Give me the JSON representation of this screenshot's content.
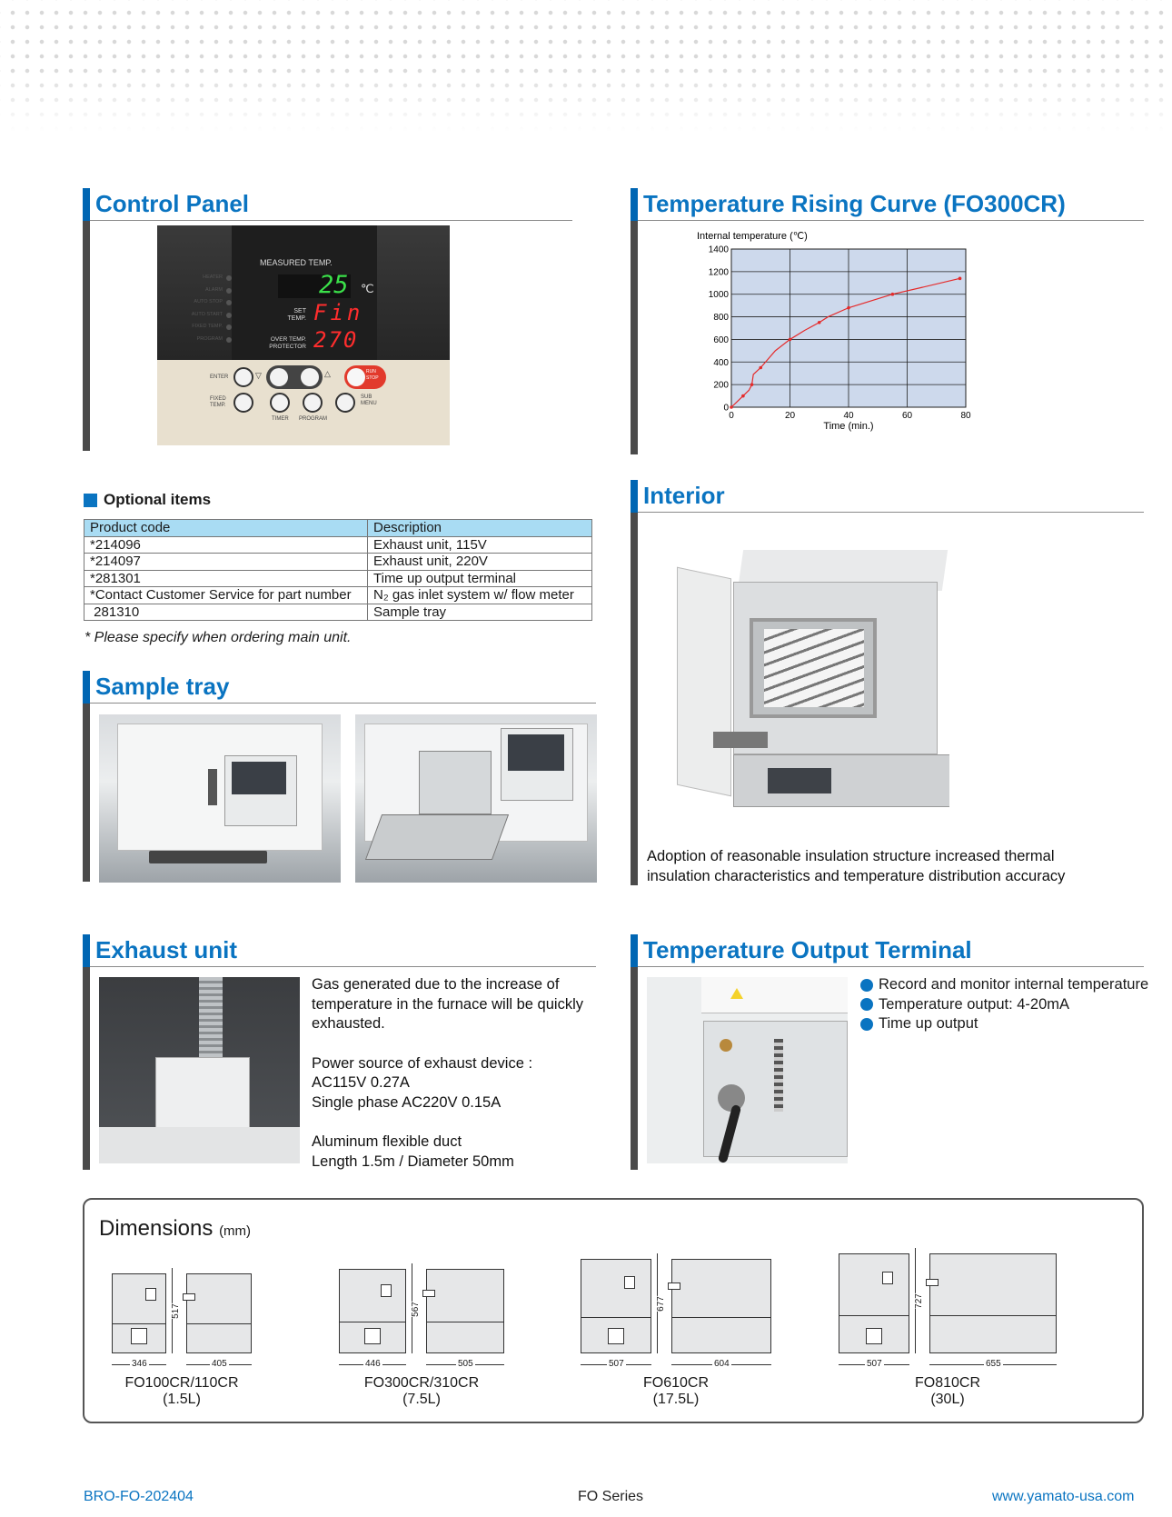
{
  "sections": {
    "control_panel": "Control Panel",
    "temp_curve": "Temperature Rising Curve (FO300CR)",
    "interior": "Interior",
    "sample_tray": "Sample tray",
    "exhaust_unit": "Exhaust unit",
    "temp_output": "Temperature Output Terminal"
  },
  "control_panel_image": {
    "measured_label": "MEASURED TEMP.",
    "measured_value": "25",
    "unit": "℃",
    "set_label": "SET TEMP.",
    "set_value": "Fin",
    "over_label": "OVER TEMP. PROTECTOR",
    "over_value": "270",
    "indicators": [
      "HEATER",
      "ALARM",
      "AUTO STOP",
      "AUTO START",
      "FIXED TEMP.",
      "PROGRAM"
    ],
    "buttons": {
      "enter": "ENTER",
      "fixed_temp": "FIXED TEMP.",
      "timer": "TIMER",
      "program": "PROGRAM",
      "sub_menu": "SUB MENU",
      "run_stop": "RUN STOP"
    }
  },
  "optional_items": {
    "title": "Optional items",
    "headers": [
      "Product code",
      "Description"
    ],
    "rows": [
      [
        "*214096",
        "Exhaust unit, 115V"
      ],
      [
        "*214097",
        "Exhaust unit, 220V"
      ],
      [
        "*281301",
        "Time up output terminal"
      ],
      [
        "*Contact Customer Service for part number",
        "N₂ gas inlet system w/ flow meter"
      ],
      [
        " 281310",
        "Sample tray"
      ]
    ],
    "note": "* Please specify when ordering main unit."
  },
  "interior_text": "Adoption of reasonable insulation structure increased thermal insulation characteristics and temperature distribution accuracy",
  "exhaust_text": {
    "p1": "Gas generated due to the increase of temperature in the furnace will be quickly exhausted.",
    "p2_line1": "Power source of exhaust device :",
    "p2_line2": "AC115V 0.27A",
    "p2_line3": "Single phase AC220V 0.15A",
    "p3_line1": "Aluminum flexible duct",
    "p3_line2": "Length 1.5m / Diameter 50mm"
  },
  "temp_output_bullets": [
    "Record and monitor internal temperature",
    "Temperature output: 4-20mA",
    "Time up output"
  ],
  "dimensions": {
    "title": "Dimensions",
    "unit": "(mm)",
    "models": [
      {
        "name": "FO100CR/110CR",
        "capacity": "(1.5L)",
        "height": "517",
        "width": "346",
        "depth": "405"
      },
      {
        "name": "FO300CR/310CR",
        "capacity": "(7.5L)",
        "height": "567",
        "width": "446",
        "depth": "505"
      },
      {
        "name": "FO610CR",
        "capacity": "(17.5L)",
        "height": "677",
        "width": "507",
        "depth": "604"
      },
      {
        "name": "FO810CR",
        "capacity": "(30L)",
        "height": "727",
        "width": "507",
        "depth": "655"
      }
    ]
  },
  "footer": {
    "code": "BRO-FO-202404",
    "series": "FO Series",
    "url": "www.yamato-usa.com"
  },
  "colors": {
    "accent": "#0a74c1",
    "table_header": "#a9dcf3",
    "plot_bg": "#cdd9ec",
    "curve": "#e52b2b"
  },
  "chart_data": {
    "type": "line",
    "title": "",
    "ylabel": "Internal temperature (℃)",
    "xlabel": "Time (min.)",
    "xlim": [
      0,
      80
    ],
    "ylim": [
      0,
      1400
    ],
    "xticks": [
      0,
      20,
      40,
      60,
      80
    ],
    "yticks": [
      0,
      200,
      400,
      600,
      800,
      1000,
      1200,
      1400
    ],
    "grid": true,
    "series": [
      {
        "x": [
          0,
          2,
          4,
          6,
          7,
          7.5,
          10,
          15,
          20,
          25,
          30,
          33,
          40,
          50,
          55,
          65,
          78
        ],
        "y": [
          0,
          50,
          100,
          150,
          200,
          290,
          350,
          500,
          600,
          680,
          750,
          800,
          880,
          960,
          1000,
          1060,
          1140
        ]
      }
    ]
  }
}
